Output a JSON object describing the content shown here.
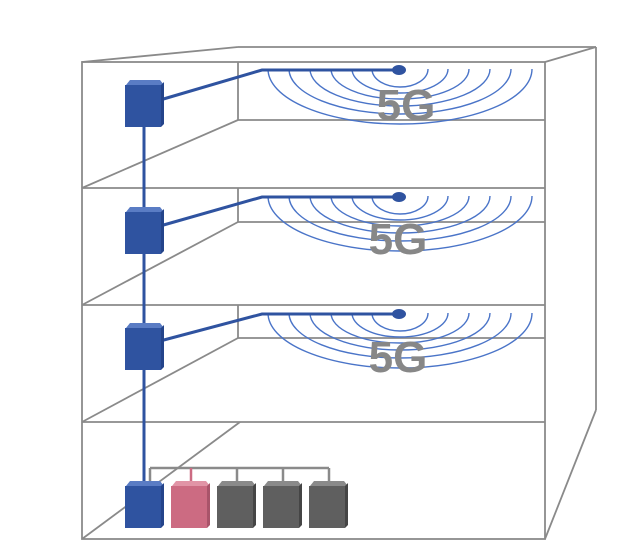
{
  "floors": [
    {
      "id": "floor-4",
      "label": "5G"
    },
    {
      "id": "floor-3",
      "label": "5G"
    },
    {
      "id": "floor-2",
      "label": "5G"
    }
  ],
  "equipment": {
    "colors": {
      "frame": "#8a8a8a",
      "unit_blue": "#2f53a0",
      "unit_pink": "#cc6b82",
      "unit_gray": "#5f5f5f",
      "signal": "#4a74c8",
      "label": "#878787"
    },
    "ground_units": [
      "blue",
      "pink",
      "gray",
      "gray",
      "gray"
    ]
  }
}
